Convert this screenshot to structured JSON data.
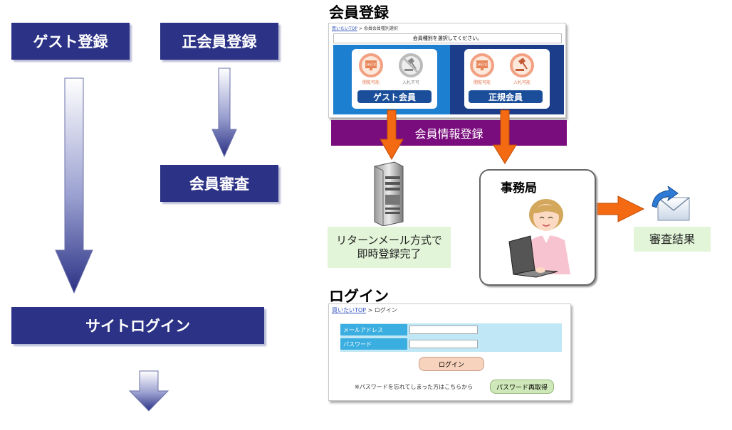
{
  "flow": {
    "guest": "ゲスト登録",
    "regular": "正会員登録",
    "review": "会員審査",
    "login": "サイトログイン"
  },
  "registration": {
    "title": "会員登録",
    "crumb_link": "買いたいTOP",
    "crumb_sep": ">",
    "crumb_page": "会員会員種別選択",
    "prompt": "会員種別を選択してください。",
    "guest": {
      "icon1_caption": "閲覧可能",
      "icon2_caption": "入札不可",
      "label": "ゲスト会員"
    },
    "regular": {
      "icon1_caption": "閲覧可能",
      "icon2_caption": "入札可能",
      "label": "正規会員"
    },
    "check_text": "CHECK!"
  },
  "member_info": "会員情報登録",
  "server_note_line1": "リターンメール方式で",
  "server_note_line2": "即時登録完了",
  "office": "事務局",
  "review_result": "審査結果",
  "login": {
    "title": "ログイン",
    "crumb_link": "買いたいTOP",
    "crumb_rest": "> ログイン",
    "email_label": "メールアドレス",
    "password_label": "パスワード",
    "login_button": "ログイン",
    "forgot_text": "※パスワードを忘れてしまった方はこちらから",
    "reissue_button": "パスワード再取得"
  },
  "colors": {
    "flow_box": "#2c3285",
    "purple_bar": "#7a0d7d",
    "orange_arrow": "#f36a12",
    "blue_panel": "#1d7fd0",
    "navy_panel": "#1b3d8a"
  },
  "icons": [
    "check-monitor-icon",
    "gavel-icon",
    "server-icon",
    "office-lady-icon",
    "mail-icon"
  ]
}
